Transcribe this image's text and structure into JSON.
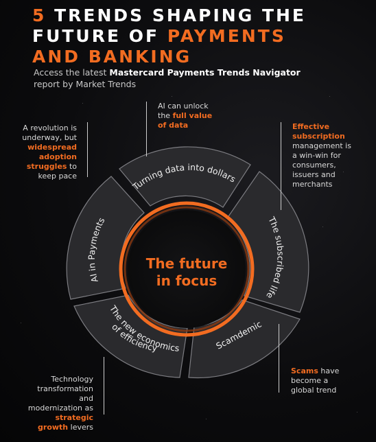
{
  "header": {
    "title_line1_number": "5",
    "title_line1_rest": "TRENDS SHAPING THE",
    "title_line2_white": "FUTURE OF",
    "title_line2_orange": "PAYMENTS",
    "title_line3_orange": "AND BANKING",
    "subtitle_prefix": "Access the latest",
    "subtitle_bold": "Mastercard Payments Trends Navigator",
    "subtitle_suffix": "report by Market Trends"
  },
  "center": {
    "line1": "The future",
    "line2": "in focus"
  },
  "segments": {
    "top": "Turning data into dollars",
    "right": "The subscribed life",
    "bottom_right": "Scamdemic",
    "bottom_left_line1": "The new economics",
    "bottom_left_line2": "of efficiency",
    "left": "AI in Payments"
  },
  "callouts": {
    "top_left": {
      "pre": "A revolution is underway, but",
      "hl": "widespread adoption struggles",
      "post": "to keep pace"
    },
    "top_center": {
      "pre": "AI can unlock the",
      "hl": "full value of data"
    },
    "top_right": {
      "hl": "Effective subscription",
      "post": "management is a win-win for consumers, issuers and merchants"
    },
    "bottom_left": {
      "pre": "Technology transformation and modernization as",
      "hl": "strategic growth",
      "post": "levers"
    },
    "bottom_right": {
      "hl": "Scams",
      "post": "have become a global trend"
    }
  },
  "colors": {
    "accent": "#f26c21",
    "segment_fill": "#2a2a2d",
    "segment_stroke": "#7d7d82"
  }
}
